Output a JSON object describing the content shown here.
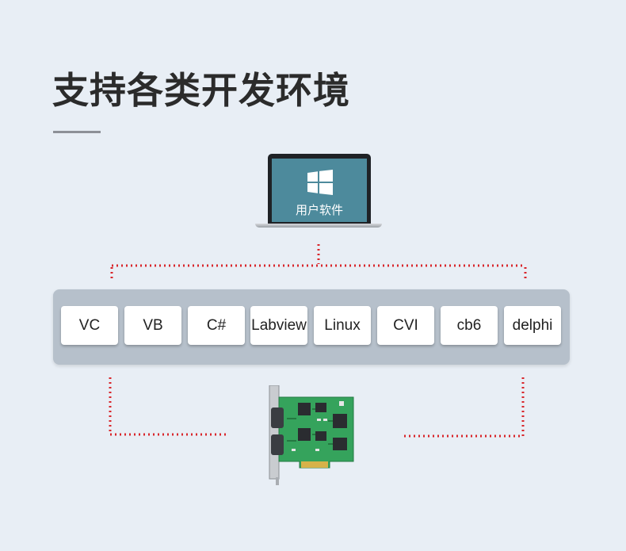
{
  "title": "支持各类开发环境",
  "software": {
    "label": "用户软件",
    "icon": "windows-logo-icon"
  },
  "environments": [
    "VC",
    "VB",
    "C#",
    "Labview",
    "Linux",
    "CVI",
    "cb6",
    "delphi"
  ],
  "hardware": {
    "icon": "pcie-serial-card-icon"
  },
  "colors": {
    "background": "#e8eef5",
    "panel": "#b6c0cb",
    "screen": "#4d8a9c",
    "connector": "#d9262b",
    "pcb": "#35a35c"
  }
}
